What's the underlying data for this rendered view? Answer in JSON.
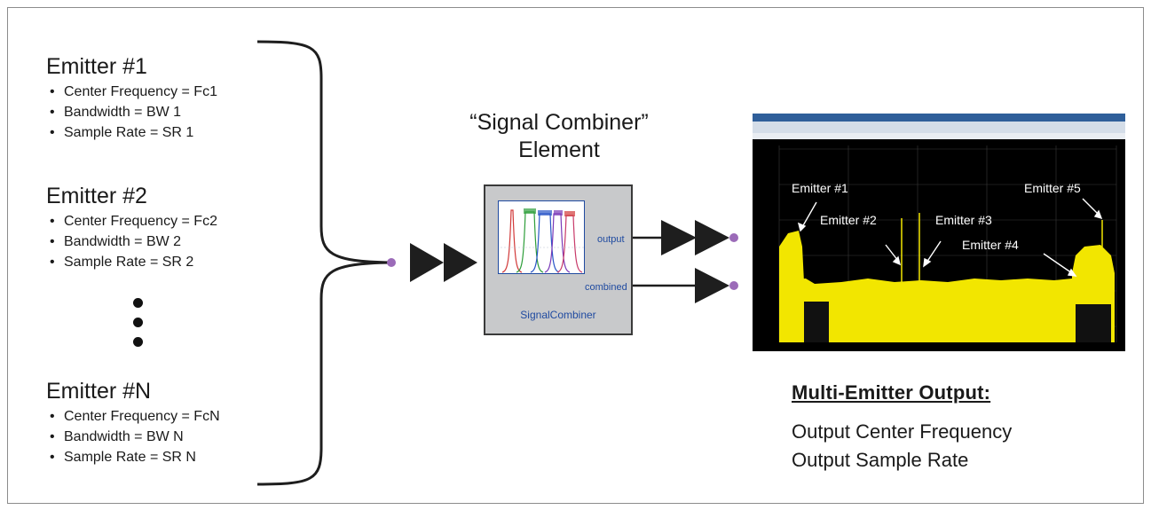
{
  "emitters": [
    {
      "title": "Emitter #1",
      "items": [
        "Center Frequency = Fc1",
        "Bandwidth = BW 1",
        "Sample Rate = SR 1"
      ]
    },
    {
      "title": "Emitter #2",
      "items": [
        "Center Frequency = Fc2",
        "Bandwidth = BW 2",
        "Sample Rate = SR 2"
      ]
    },
    {
      "title": "Emitter #N",
      "items": [
        "Center Frequency = FcN",
        "Bandwidth = BW N",
        "Sample Rate = SR N"
      ]
    }
  ],
  "bullet": "•",
  "combiner": {
    "title_line1": "“Signal Combiner”",
    "title_line2": "Element",
    "block_name": "SignalCombiner",
    "port_output": "output",
    "port_combined": "combined"
  },
  "analyzer_labels": {
    "e1": "Emitter #1",
    "e2": "Emitter #2",
    "e3": "Emitter #3",
    "e4": "Emitter #4",
    "e5": "Emitter #5"
  },
  "output": {
    "heading": "Multi-Emitter Output:",
    "line1": "Output Center Frequency",
    "line2": "Output Sample Rate"
  },
  "colors": {
    "port_dot": "#9b6bb8",
    "arrow": "#1e1e1e",
    "spectrum": "#f2e600",
    "block_text": "#1f4aa0"
  }
}
